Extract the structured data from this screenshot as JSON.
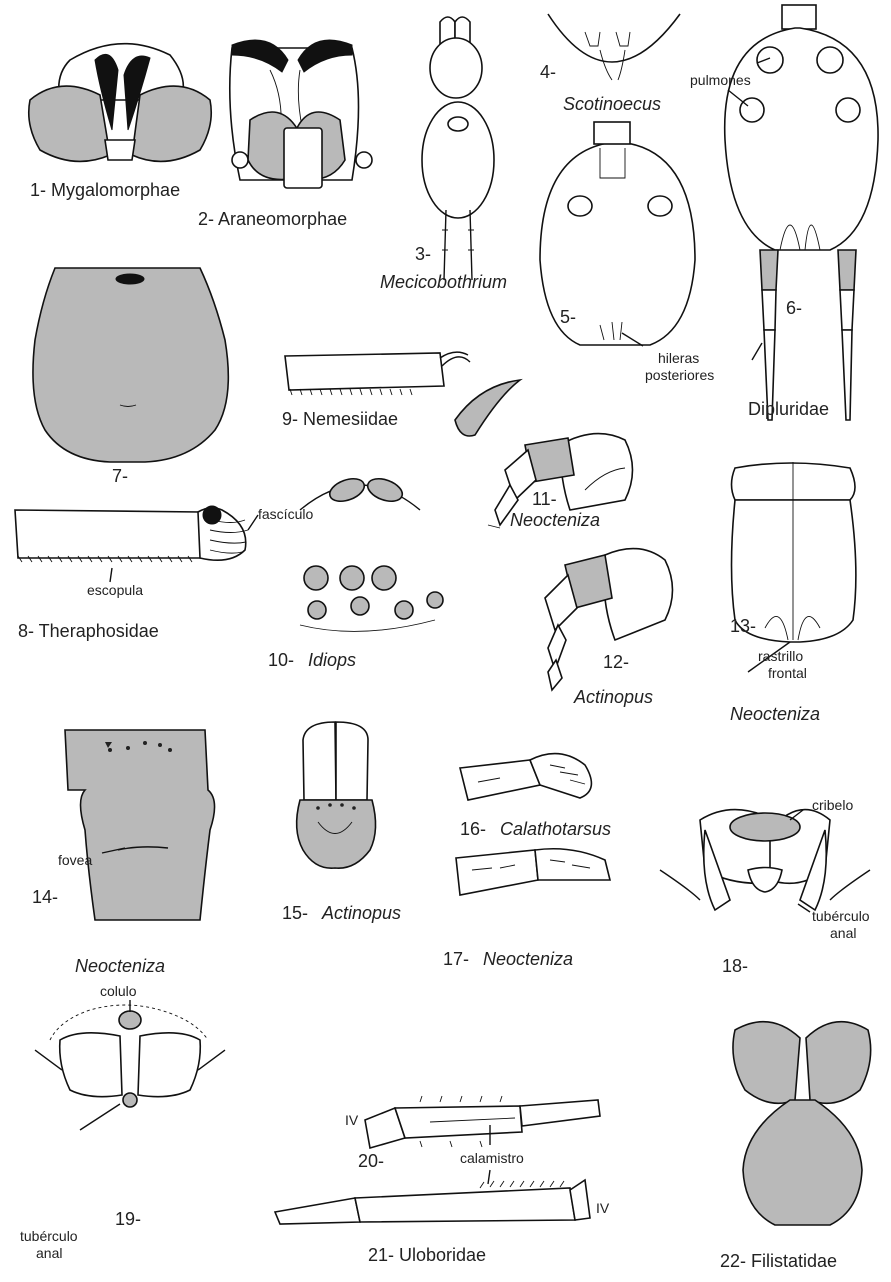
{
  "figures": {
    "f1": {
      "label": "1- Mygalomorphae"
    },
    "f2": {
      "label": "2- Araneomorphae"
    },
    "f3": {
      "num": "3-",
      "label": "Mecicobothrium"
    },
    "f4": {
      "num": "4-",
      "label": "Scotinoecus"
    },
    "f5": {
      "num": "5-"
    },
    "f6": {
      "num": "6-",
      "label": "Dipluridae"
    },
    "f7": {
      "num": "7-"
    },
    "f8": {
      "label": "8- Theraphosidae"
    },
    "f9": {
      "label": "9- Nemesiidae"
    },
    "f10": {
      "num": "10-",
      "label": "Idiops"
    },
    "f11": {
      "num": "11-",
      "label": "Neocteniza"
    },
    "f12": {
      "num": "12-",
      "label": "Actinopus"
    },
    "f13": {
      "num": "13-",
      "label": "Neocteniza"
    },
    "f14": {
      "num": "14-",
      "label": "Neocteniza"
    },
    "f15": {
      "num": "15-",
      "label": "Actinopus"
    },
    "f16": {
      "num": "16-",
      "label": "Calathotarsus"
    },
    "f17": {
      "num": "17-",
      "label": "Neocteniza"
    },
    "f18": {
      "num": "18-"
    },
    "f19": {
      "num": "19-"
    },
    "f20": {
      "num": "20-"
    },
    "f21": {
      "label": "21- Uloboridae"
    },
    "f22": {
      "label": "22- Filistatidae"
    }
  },
  "annotations": {
    "pulmones": "pulmones",
    "hileras_line1": "hileras",
    "hileras_line2": "posteriores",
    "fasciculo": "fascículo",
    "escopula": "escopula",
    "rastrillo_line1": "rastrillo",
    "rastrillo_line2": "frontal",
    "fovea": "fovea",
    "cribelo": "cribelo",
    "tuberculo18_line1": "tubérculo",
    "tuberculo18_line2": "anal",
    "colulo": "colulo",
    "tuberculo19_line1": "tubérculo",
    "tuberculo19_line2": "anal",
    "calamistro": "calamistro",
    "leg20": "IV",
    "leg21": "IV"
  },
  "colors": {
    "fill_shaded": "#b9b9b9",
    "outline": "#111111",
    "background": "#ffffff"
  }
}
